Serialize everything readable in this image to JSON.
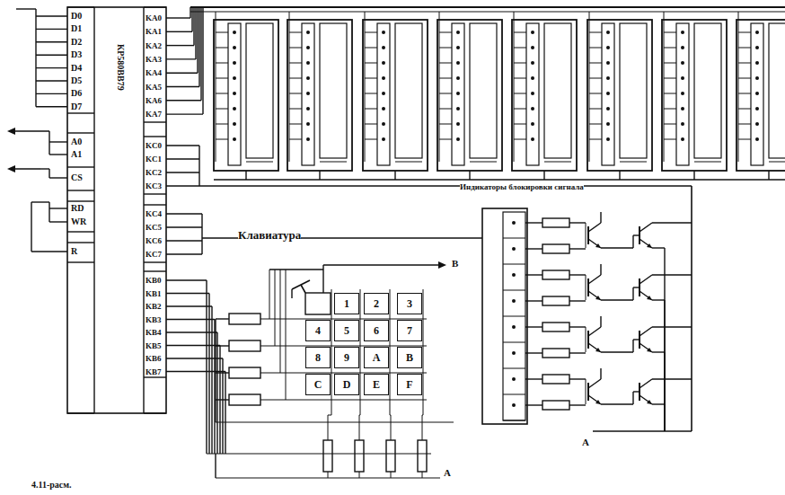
{
  "diagram": {
    "caption": "4.11-расм.",
    "nodes": [
      {
        "text": [
          "КР580ВВ79"
        ]
      },
      {
        "text": [
          "1"
        ]
      },
      {
        "text": [
          "2"
        ]
      },
      {
        "text": [
          "3"
        ]
      },
      {
        "text": [
          "4"
        ]
      },
      {
        "text": [
          "5"
        ]
      },
      {
        "text": [
          "6"
        ]
      },
      {
        "text": [
          "7"
        ]
      },
      {
        "text": [
          "8"
        ]
      },
      {
        "text": [
          "9"
        ]
      },
      {
        "text": [
          "A"
        ]
      },
      {
        "text": [
          "B"
        ]
      },
      {
        "text": [
          "C"
        ]
      },
      {
        "text": [
          "D"
        ]
      },
      {
        "text": [
          "E"
        ]
      },
      {
        "text": [
          "F"
        ]
      }
    ],
    "labels": [
      "D0",
      "D1",
      "D2",
      "D3",
      "D4",
      "D5",
      "D6",
      "D7",
      "A0",
      "A1",
      "CS",
      "RD",
      "WR",
      "R",
      "KA0",
      "KA1",
      "KA2",
      "KA3",
      "KA4",
      "KA5",
      "KA6",
      "KA7",
      "KC0",
      "KC1",
      "KC2",
      "KC3",
      "KC4",
      "KC5",
      "KC6",
      "KC7",
      "KB0",
      "KB1",
      "KB2",
      "KB3",
      "KB4",
      "KB5",
      "KB6",
      "KB7",
      "Клавиатура",
      "Индикаторы блокировки сигнала",
      "B",
      "A",
      "A"
    ]
  }
}
